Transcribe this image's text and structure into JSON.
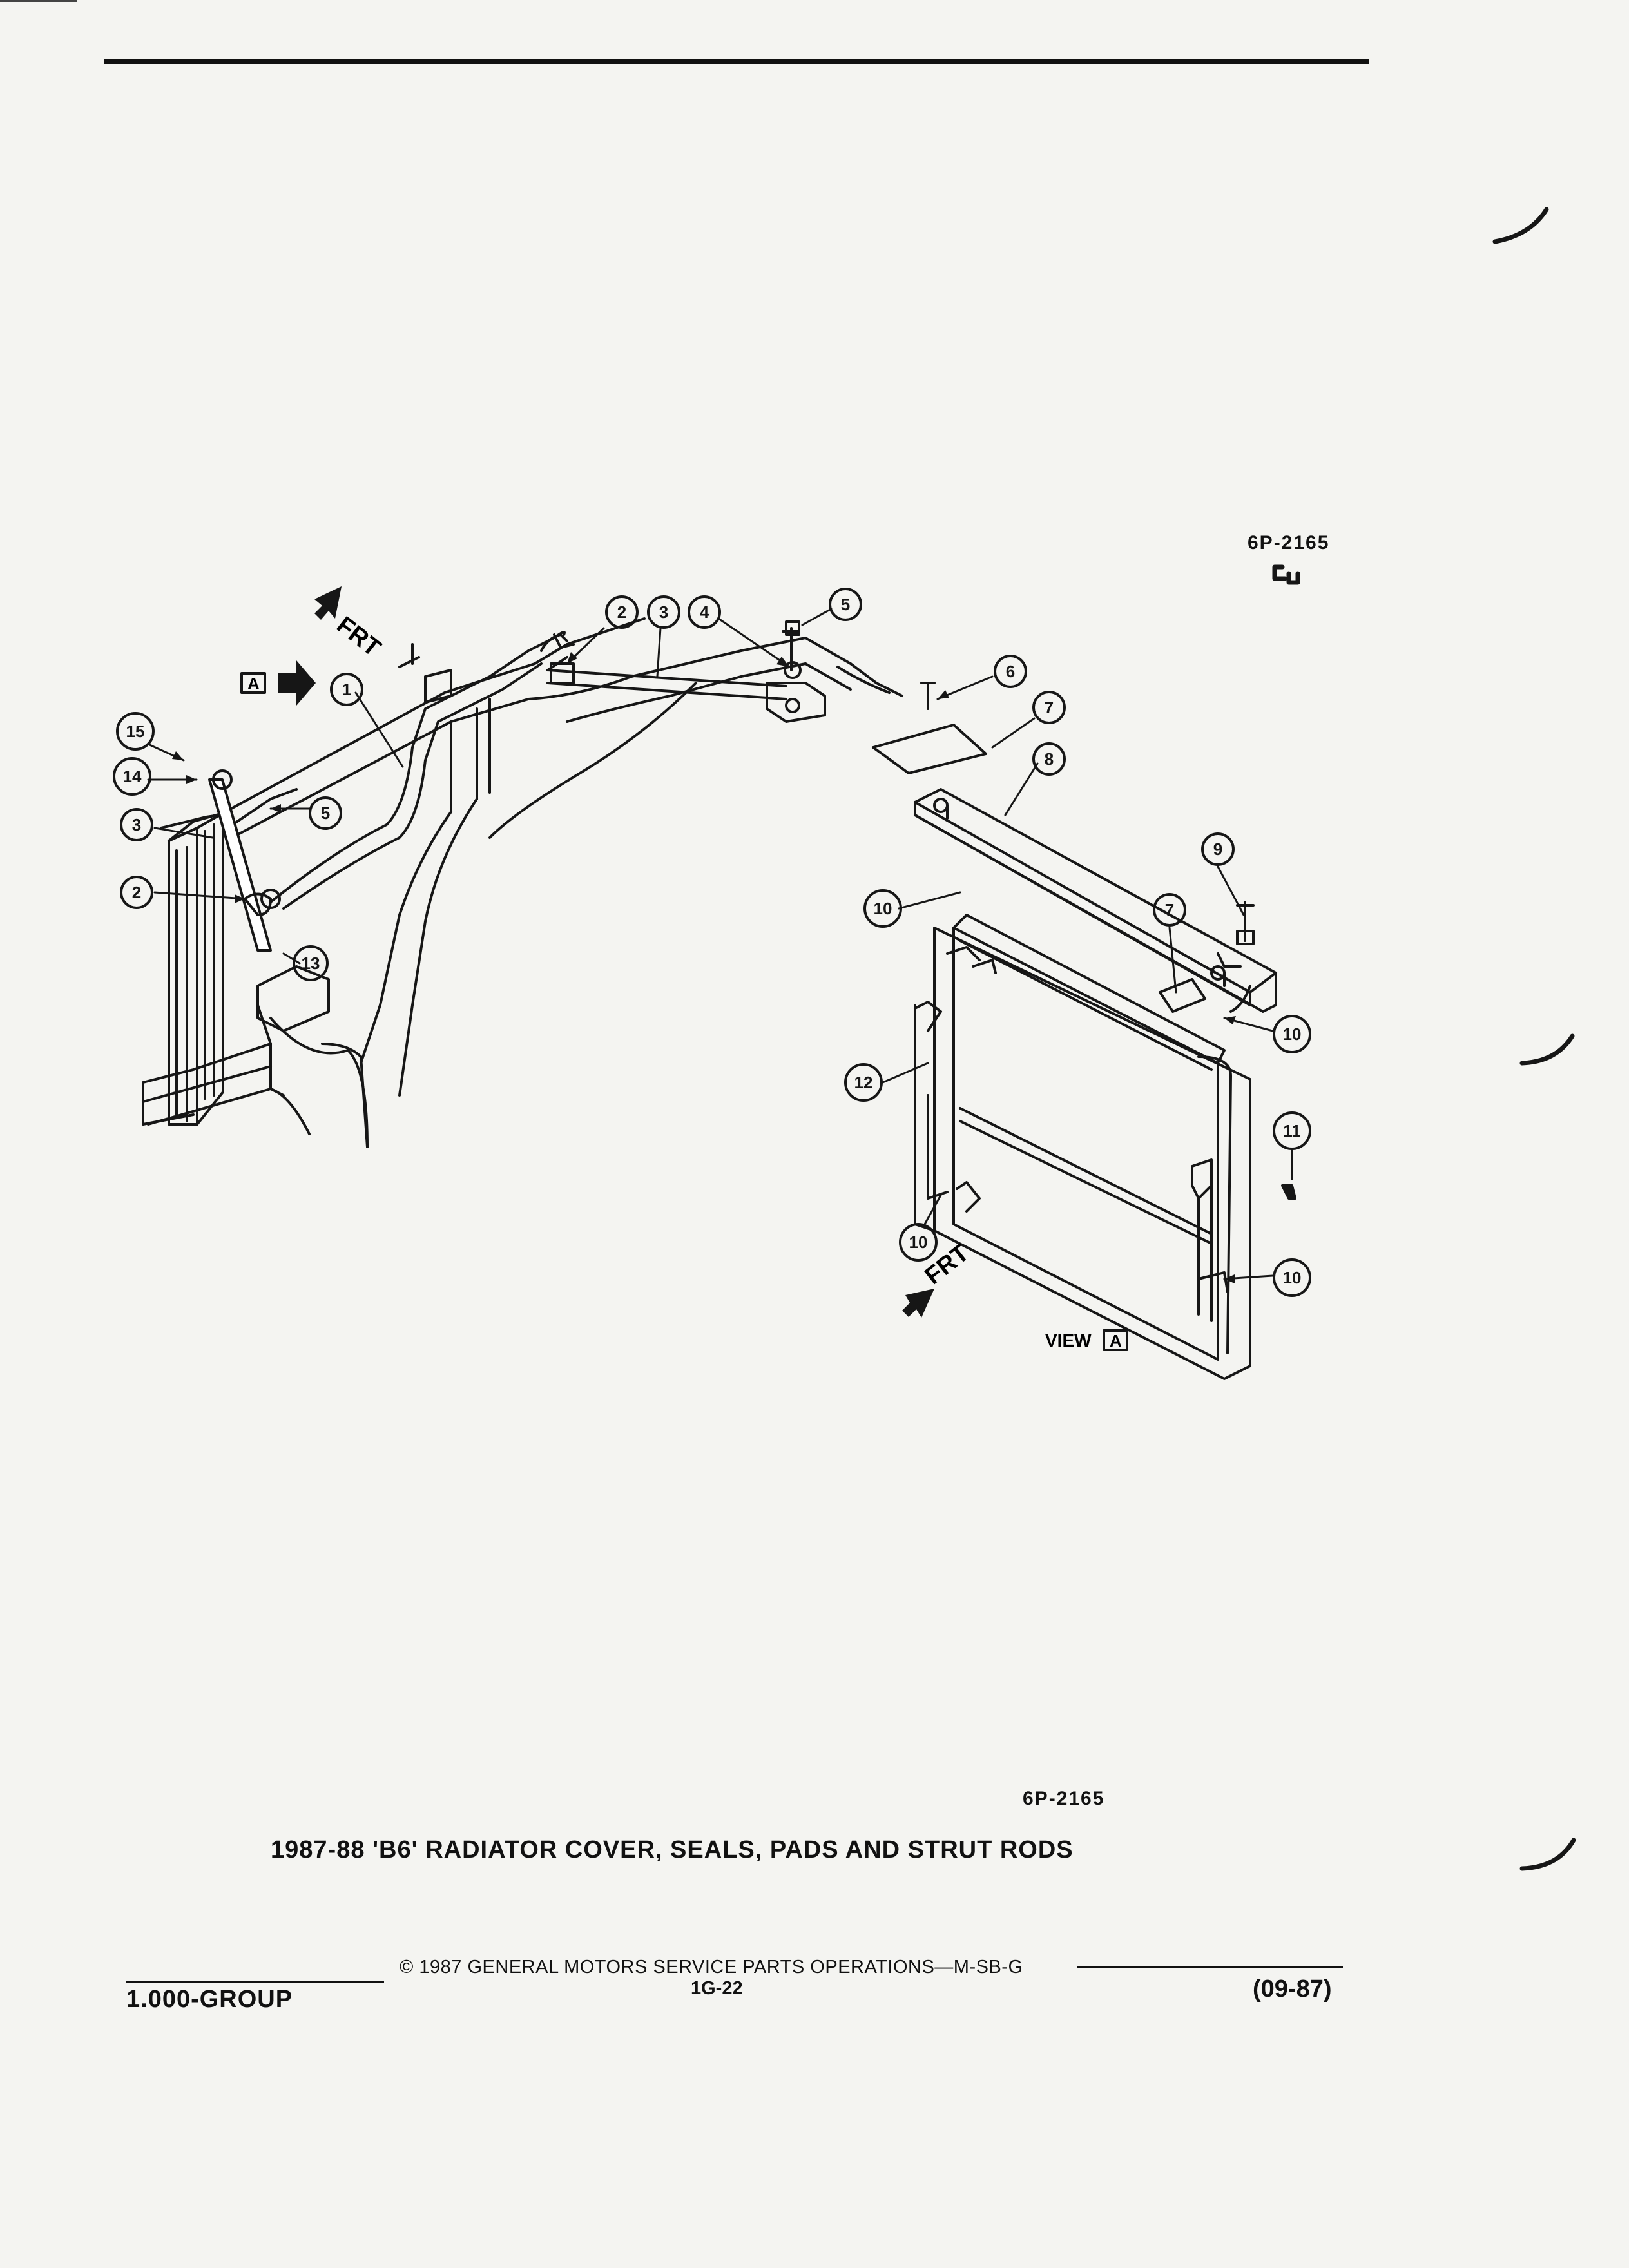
{
  "figure_code": "6P-2165",
  "title": "1987-88 'B6' RADIATOR COVER, SEALS, PADS AND STRUT RODS",
  "diagram": {
    "front_label": "FRT",
    "view_ref": "A",
    "view_label": "VIEW",
    "callouts": [
      "1",
      "2",
      "3",
      "4",
      "5",
      "6",
      "7",
      "8",
      "9",
      "10",
      "11",
      "12",
      "13",
      "14",
      "15"
    ]
  },
  "footer": {
    "copyright": "© 1987 GENERAL MOTORS SERVICE PARTS OPERATIONS—M-SB-G",
    "group": "1.000-GROUP",
    "page_number": "1G-22",
    "revision_date": "(09-87)"
  }
}
